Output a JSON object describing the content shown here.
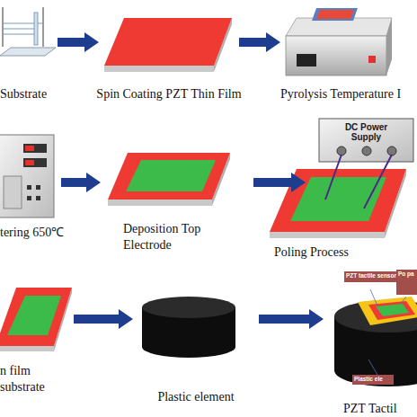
{
  "diagram": {
    "nodes": [
      {
        "text": [
          "Substrate"
        ]
      },
      {
        "text": [
          "Spin Coating PZT Thin Film"
        ]
      },
      {
        "text": [
          "Pyrolysis Temperature I"
        ]
      },
      {
        "text": [
          "tering 650℃"
        ]
      },
      {
        "text": [
          "Deposition Top Electrode"
        ]
      },
      {
        "text": [
          "Poling Process"
        ]
      },
      {
        "text": [
          "DC Power Supply"
        ],
        "in": 5
      },
      {
        "text": [
          "n film substrate"
        ]
      },
      {
        "text": [
          "Plastic element"
        ]
      },
      {
        "text": [
          "PZT Tactil"
        ]
      },
      {
        "text": [
          "PZT tactile sensor"
        ],
        "in": 9
      },
      {
        "text": [
          "Po pa"
        ],
        "in": 9
      },
      {
        "text": [
          "Plastic ele"
        ],
        "in": 9
      }
    ],
    "edges": [
      {
        "from": 0,
        "to": 1,
        "arrow": "to"
      },
      {
        "from": 1,
        "to": 2,
        "arrow": "to"
      },
      {
        "from": 3,
        "to": 4,
        "arrow": "to"
      },
      {
        "from": 4,
        "to": 5,
        "arrow": "to"
      },
      {
        "from": 7,
        "to": 8,
        "arrow": "to"
      },
      {
        "from": 8,
        "to": 9,
        "arrow": "to"
      }
    ]
  }
}
